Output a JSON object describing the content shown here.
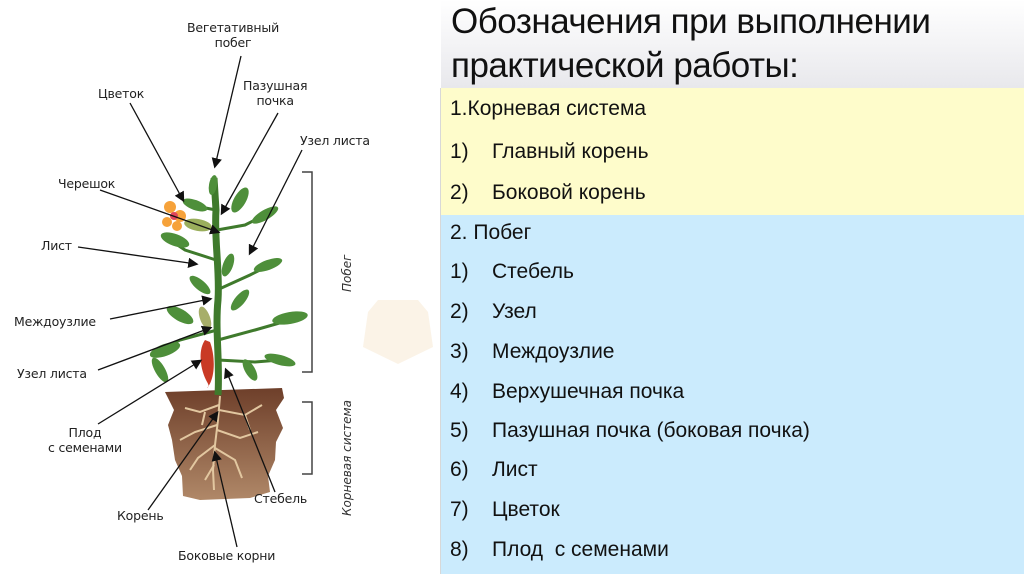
{
  "diagram": {
    "labels": {
      "vegetative_shoot": [
        "Вегетативный",
        "побег"
      ],
      "flower": "Цветок",
      "axillary_bud": [
        "Пазушная",
        "почка"
      ],
      "leaf_node_top": "Узел листа",
      "petiole": "Черешок",
      "leaf": "Лист",
      "internode": "Междоузлие",
      "leaf_node_bottom": "Узел листа",
      "fruit": [
        "Плод",
        "с семенами"
      ],
      "stem": "Стебель",
      "root": "Корень",
      "lateral_roots": "Боковые корни"
    },
    "brackets": {
      "shoot": "Побег",
      "root_system": "Корневая система"
    },
    "colors": {
      "leaf": "#4e8f3a",
      "stem": "#3f7a2c",
      "soil": "#8a5a3c",
      "root": "#e2c7a0",
      "flower": "#f6a23a",
      "fruit": "#c93a25"
    }
  },
  "panel": {
    "title": [
      "Обозначения при выполнении",
      "практической работы:"
    ],
    "section1": {
      "heading": "1.Корневая система",
      "items": [
        {
          "num": "1)",
          "text": "Главный корень"
        },
        {
          "num": "2)",
          "text": "Боковой корень"
        }
      ],
      "bg": "#fefccb"
    },
    "section2": {
      "heading": "2. Побег",
      "items": [
        {
          "num": "1)",
          "text": "Стебель"
        },
        {
          "num": "2)",
          "text": "Узел"
        },
        {
          "num": "3)",
          "text": "Междоузлие"
        },
        {
          "num": "4)",
          "text": "Верхушечная почка"
        },
        {
          "num": "5)",
          "text": "Пазушная почка (боковая почка)"
        },
        {
          "num": "6)",
          "text": "Лист"
        },
        {
          "num": "7)",
          "text": "Цветок"
        },
        {
          "num": "8)",
          "text": "Плод  с семенами"
        }
      ],
      "bg": "#cbebfd"
    }
  }
}
